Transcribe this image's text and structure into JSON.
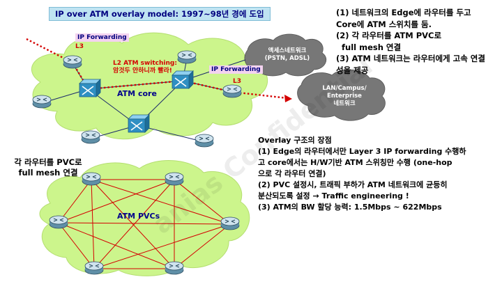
{
  "title": "IP over ATM overlay model: 1997~98년 경에 도입",
  "tags": {
    "ip_forwarding_top": "IP Forwarding",
    "ip_forwarding_right": "IP Forwarding",
    "l3_top": "L3",
    "l3_right": "L3"
  },
  "atm_switching_note": [
    "L2 ATM switching:",
    "암것두 안하니까 빨라!"
  ],
  "atm_core_label": "ATM core",
  "access_cloud": [
    "액세스네트워크",
    "(PSTN, ADSL)"
  ],
  "lan_cloud": [
    "LAN/Campus/",
    "Enterprise",
    "네트워크"
  ],
  "features": [
    "(1) 네트워크의 Edge에 라우터를 두고",
    "Core에 ATM 스위치를 둠.",
    "(2) 각 라우터를 ATM PVC로",
    "  full mesh 연결",
    "(3) ATM 네트워크는 라우터에게 고속 연결",
    "성을 제공"
  ],
  "pvc_caption": [
    "각 라우터를 PVC로",
    "full mesh 연결"
  ],
  "atm_pvcs_label": "ATM PVCs",
  "advantages": {
    "heading": "Overlay 구조의 장점",
    "lines": [
      "(1) Edge의 라우터에서만 Layer 3 IP forwarding 수행하",
      "고 core에서는 H/W기반 ATM 스위칭만 수행 (one-hop",
      "으로 각 라우터 연결)",
      "(2) PVC 설정시, 트래픽 부하가 ATM 네트워크에 균등히",
      "분산되도록 설정 → Traffic engineering !",
      "(3) ATM의 BW 할당 능력: 1.5Mbps ~ 622Mbps"
    ]
  },
  "watermark": "anias Confidential",
  "colors": {
    "cloud_green": "#ccf58c",
    "cloud_gray": "#777777",
    "accent_red": "#d40000",
    "switch_blue": "#2f8fc3",
    "title_bg": "#bfe3f2",
    "tag_bg": "#f3d3ef"
  }
}
